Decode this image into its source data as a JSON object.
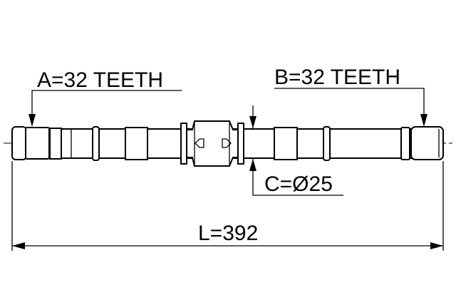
{
  "labels": {
    "spline_a": "A=32 TEETH",
    "spline_b": "B=32 TEETH",
    "diameter_c": "C=Ø25",
    "length": "L=392"
  },
  "colors": {
    "line": "#000000",
    "background": "#ffffff"
  }
}
